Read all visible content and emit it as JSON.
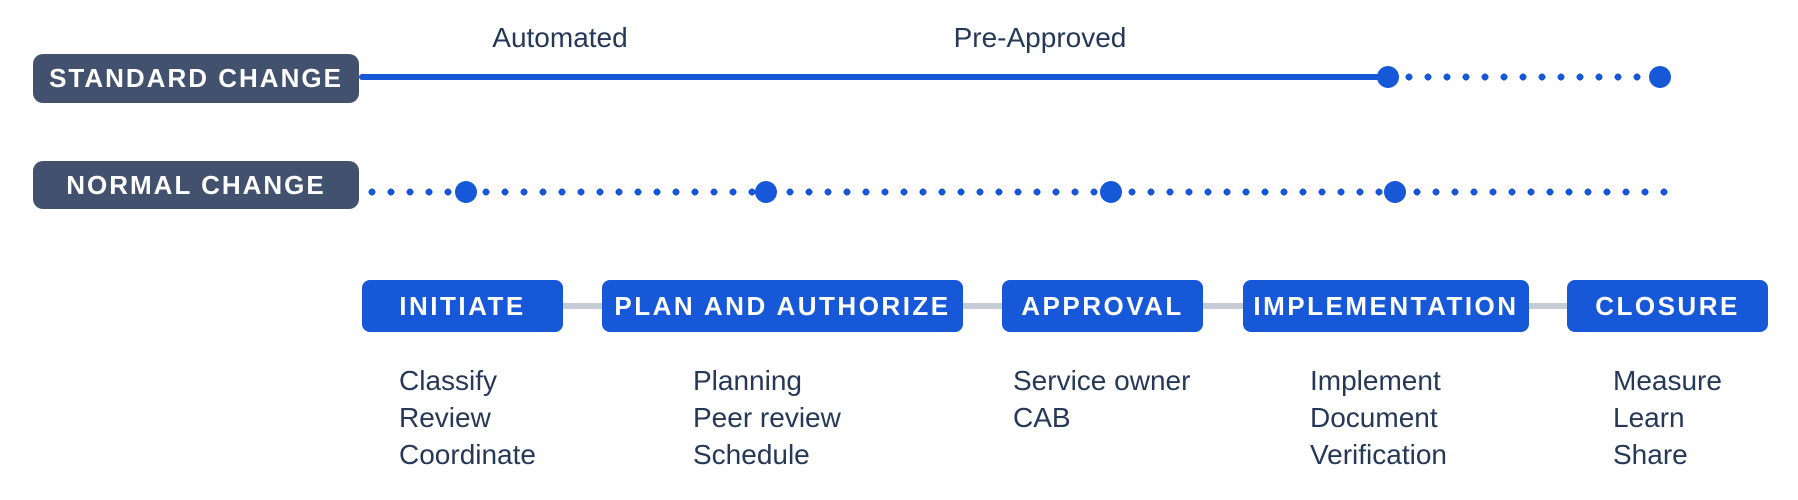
{
  "lanes": [
    {
      "label": "STANDARD CHANGE",
      "annotations": [
        {
          "label": "Automated"
        },
        {
          "label": "Pre-Approved"
        }
      ]
    },
    {
      "label": "NORMAL CHANGE"
    }
  ],
  "stages": [
    {
      "label": "INITIATE",
      "items": [
        "Classify",
        "Review",
        "Coordinate"
      ]
    },
    {
      "label": "PLAN AND AUTHORIZE",
      "items": [
        "Planning",
        "Peer review",
        "Schedule"
      ]
    },
    {
      "label": "APPROVAL",
      "items": [
        "Service owner",
        "CAB"
      ]
    },
    {
      "label": "IMPLEMENTATION",
      "items": [
        "Implement",
        "Document",
        "Verification"
      ]
    },
    {
      "label": "CLOSURE",
      "items": [
        "Measure",
        "Learn",
        "Share"
      ]
    }
  ],
  "colors": {
    "accent_blue": "#1658D8",
    "dark_slate": "#42526E",
    "text_navy": "#253858",
    "connector_gray": "#C6CCD6"
  }
}
